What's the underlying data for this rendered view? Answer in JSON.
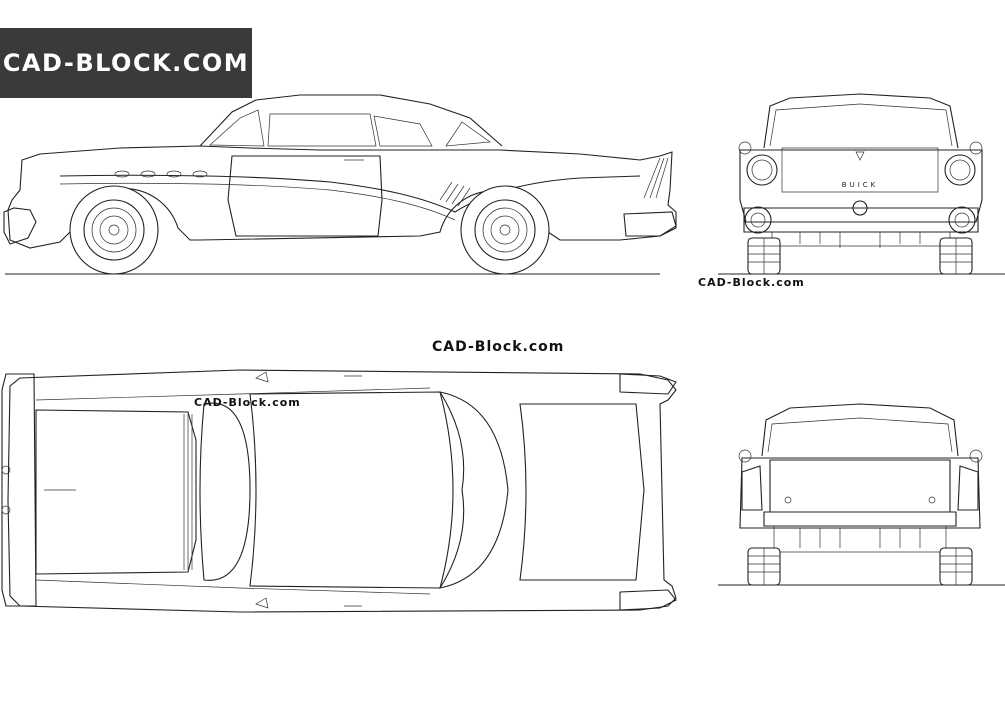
{
  "banner": {
    "text": "CAD-BLOCK.COM"
  },
  "watermarks": {
    "front_view": "CAD-Block.com",
    "center": "CAD-Block.com",
    "top_view": "CAD-Block.com"
  },
  "badges": {
    "front_grille_text": "BUICK"
  }
}
